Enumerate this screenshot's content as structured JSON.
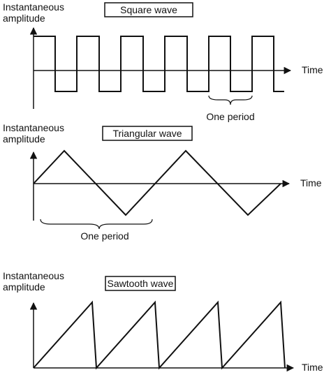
{
  "colors": {
    "ink": "#111111",
    "background": "#ffffff"
  },
  "panels": [
    {
      "id": "square",
      "title": "Square wave",
      "y_label_line1": "Instantaneous",
      "y_label_line2": "amplitude",
      "x_label": "Time",
      "annotation": "One period"
    },
    {
      "id": "triangular",
      "title": "Triangular wave",
      "y_label_line1": "Instantaneous",
      "y_label_line2": "amplitude",
      "x_label": "Time",
      "annotation": "One period"
    },
    {
      "id": "sawtooth",
      "title": "Sawtooth wave",
      "y_label_line1": "Instantaneous",
      "y_label_line2": "amplitude",
      "x_label": "Time"
    }
  ]
}
